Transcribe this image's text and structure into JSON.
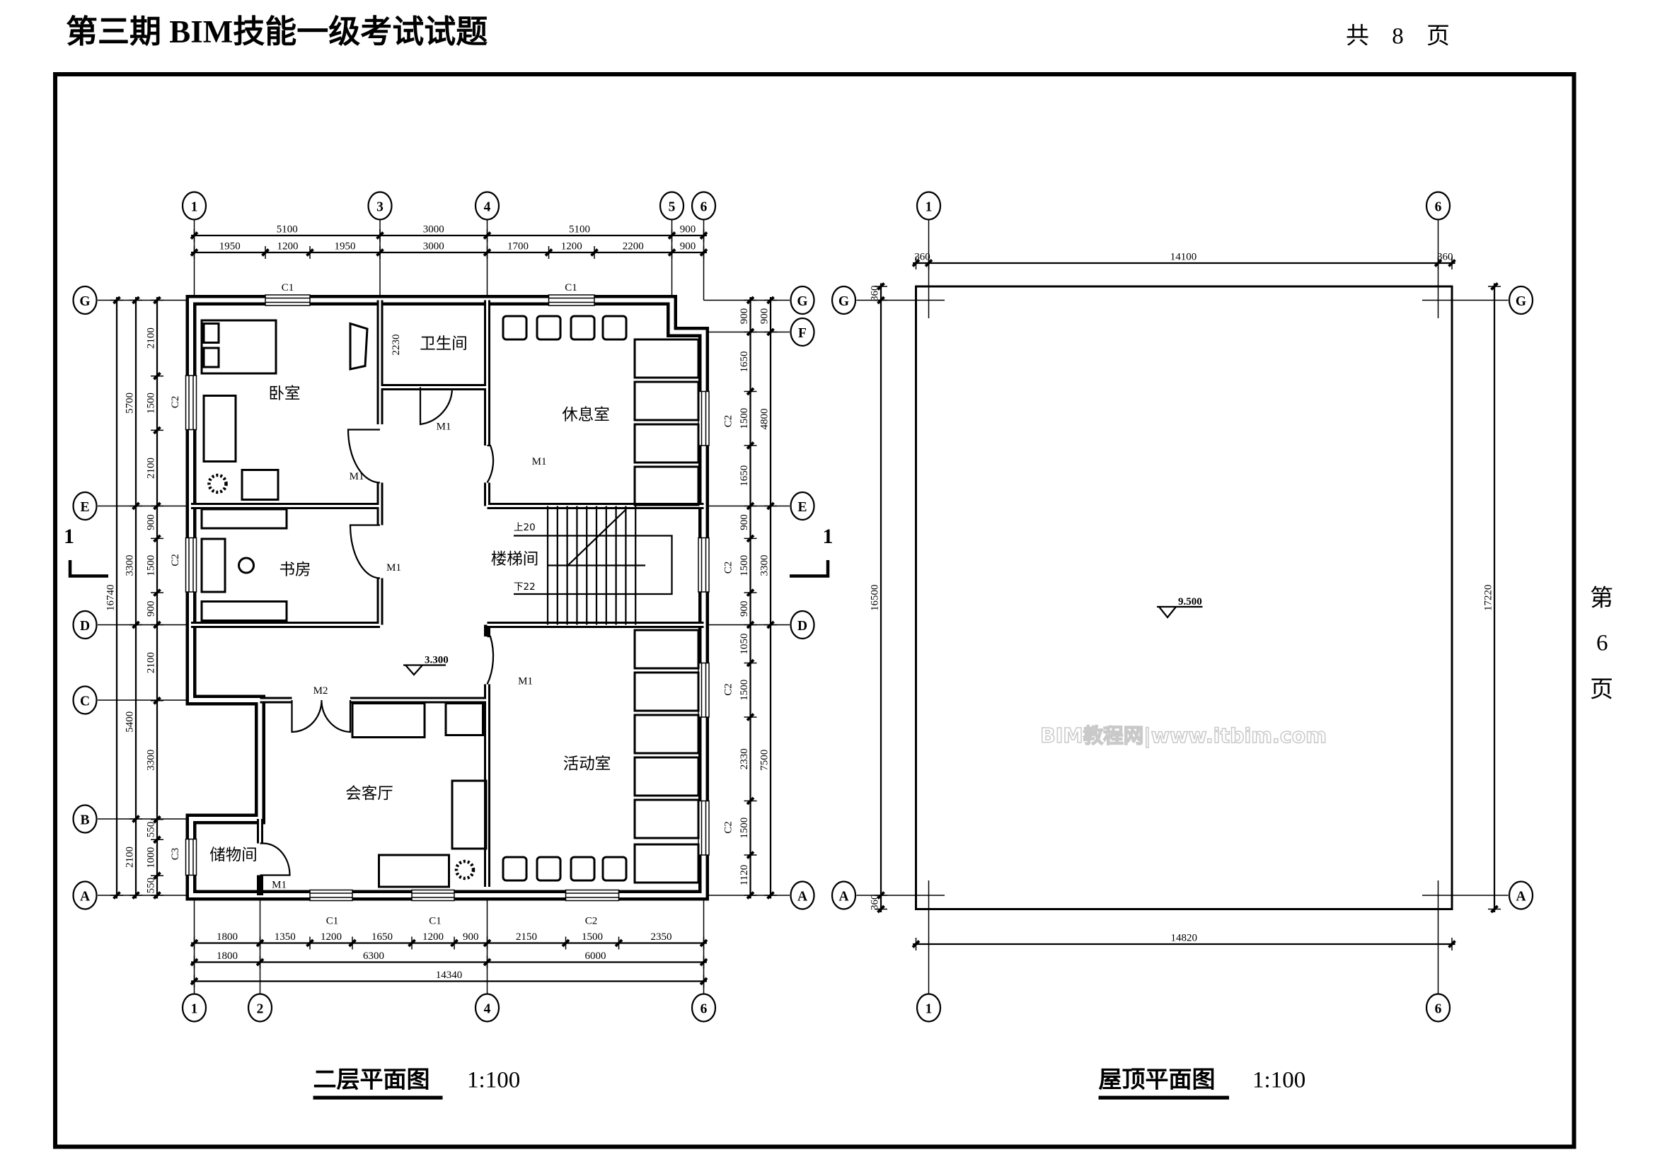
{
  "header": {
    "title": "第三期 BIM技能一级考试试题",
    "total_pages": "共 8 页"
  },
  "side_page": {
    "prefix": "第",
    "number": "6",
    "suffix": "页"
  },
  "watermark": "BIM教程网|www.itbim.com",
  "floor_plan": {
    "title": "二层平面图",
    "scale": "1:100",
    "elevation": "3.300",
    "section_mark": "1",
    "stair_up": "上20",
    "stair_down": "下22",
    "grid_top": [
      "1",
      "3",
      "4",
      "5",
      "6"
    ],
    "grid_bottom": [
      "1",
      "2",
      "4",
      "6"
    ],
    "grid_left": [
      "G",
      "E",
      "D",
      "C",
      "B",
      "A"
    ],
    "grid_right": [
      "G",
      "F",
      "E",
      "D",
      "A"
    ],
    "rooms": [
      "卧室",
      "卫生间",
      "休息室",
      "书房",
      "楼梯间",
      "会客厅",
      "储物间",
      "活动室"
    ],
    "doors": [
      "M1",
      "M1",
      "M1",
      "M1",
      "M1",
      "M1",
      "M2"
    ],
    "windows": [
      "C1",
      "C1",
      "C1",
      "C1",
      "C2",
      "C2",
      "C2",
      "C3",
      "C2",
      "C2",
      "C2",
      "C2"
    ],
    "bath_dim": "2230",
    "dims": {
      "top_outer": [
        "5100",
        "3000",
        "5100",
        "900"
      ],
      "top_inner": [
        "1950",
        "1200",
        "1950",
        "3000",
        "1700",
        "1200",
        "2200",
        "900"
      ],
      "bottom_inner": [
        "1800",
        "1350",
        "1200",
        "1650",
        "1200",
        "900",
        "2150",
        "1500",
        "2350"
      ],
      "bottom_mid": [
        "1800",
        "6300",
        "6000"
      ],
      "bottom_total": [
        "14340"
      ],
      "left_inner": [
        "2100",
        "1500",
        "2100",
        "900",
        "1500",
        "900",
        "2100",
        "3300",
        "550",
        "1000",
        "550"
      ],
      "left_mid": [
        "5700",
        "3300",
        "5400",
        "2100"
      ],
      "left_total": [
        "16740"
      ],
      "right_inner": [
        "900",
        "1650",
        "1500",
        "1650",
        "900",
        "1500",
        "900",
        "1050",
        "1500",
        "2330",
        "1500",
        "1120"
      ],
      "right_outer": [
        "900",
        "4800",
        "3300",
        "7500"
      ]
    }
  },
  "roof_plan": {
    "title": "屋顶平面图",
    "scale": "1:100",
    "elevation": "9.500",
    "grid_top": [
      "1",
      "6"
    ],
    "grid_bottom": [
      "1",
      "6"
    ],
    "grid_left": [
      "G",
      "A"
    ],
    "grid_right": [
      "G",
      "A"
    ],
    "dims": {
      "top": [
        "360",
        "14100",
        "360"
      ],
      "bottom": [
        "14820"
      ],
      "left": [
        "360",
        "16500",
        "360"
      ],
      "right": [
        "17220"
      ]
    }
  }
}
